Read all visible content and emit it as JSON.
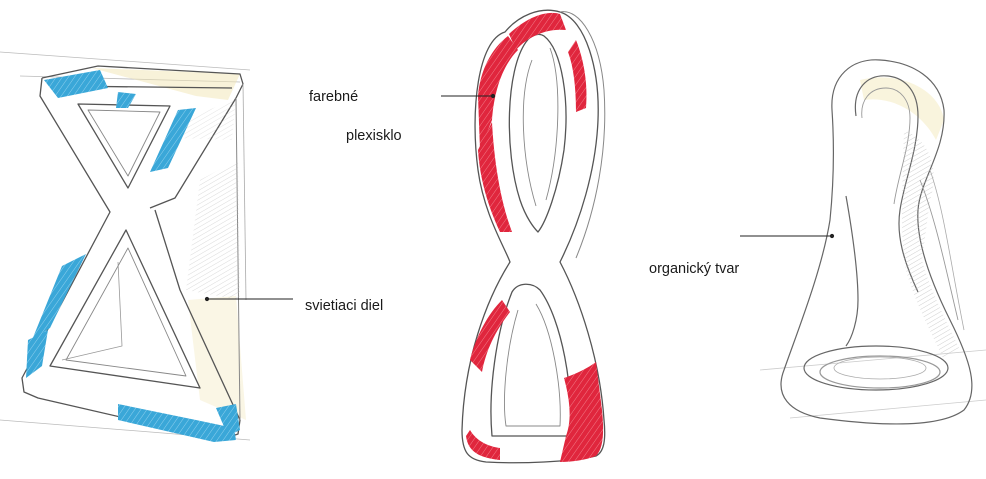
{
  "annotations": {
    "colored_plexiglass_line1": "farebné",
    "colored_plexiglass_line2": "plexisklo",
    "light_part": "svietiaci diel",
    "organic_shape": "organický tvar"
  },
  "colors": {
    "blue_accent": "#3aa7d8",
    "red_accent": "#e0263d",
    "sketch_line": "#555555",
    "yellow_tint": "#f1e6b4",
    "background": "#ffffff"
  }
}
